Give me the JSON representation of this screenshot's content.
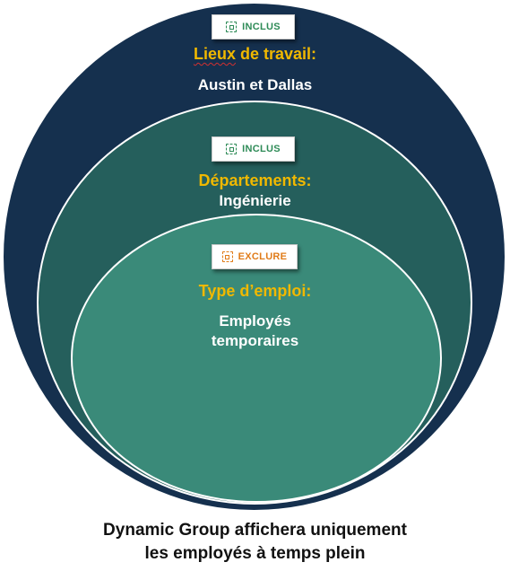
{
  "levels": [
    {
      "badge": {
        "icon": "filter-include-icon",
        "label": "INCLUS",
        "color": "#2e8b57"
      },
      "criterion": {
        "label_word": "Lieux",
        "label_rest": " de travail:"
      },
      "value_lines": [
        "Austin et Dallas"
      ]
    },
    {
      "badge": {
        "icon": "filter-include-icon",
        "label": "INCLUS",
        "color": "#2e8b57"
      },
      "criterion": {
        "label": "Départements:"
      },
      "value_lines": [
        "Ingénierie"
      ]
    },
    {
      "badge": {
        "icon": "filter-exclude-icon",
        "label": "EXCLURE",
        "color": "#e07c1a"
      },
      "criterion": {
        "label": "Type d’emploi:"
      },
      "value_lines": [
        "Employés",
        "temporaires"
      ]
    }
  ],
  "caption": {
    "lines": [
      "Dynamic Group affichera uniquement",
      "les employés à temps plein"
    ]
  },
  "colors": {
    "outer_ellipse": "#15304e",
    "middle_ellipse": "#255f5c",
    "inner_ellipse": "#3a8a79",
    "criterion_title": "#f0b800",
    "criterion_value": "#ffffff"
  }
}
